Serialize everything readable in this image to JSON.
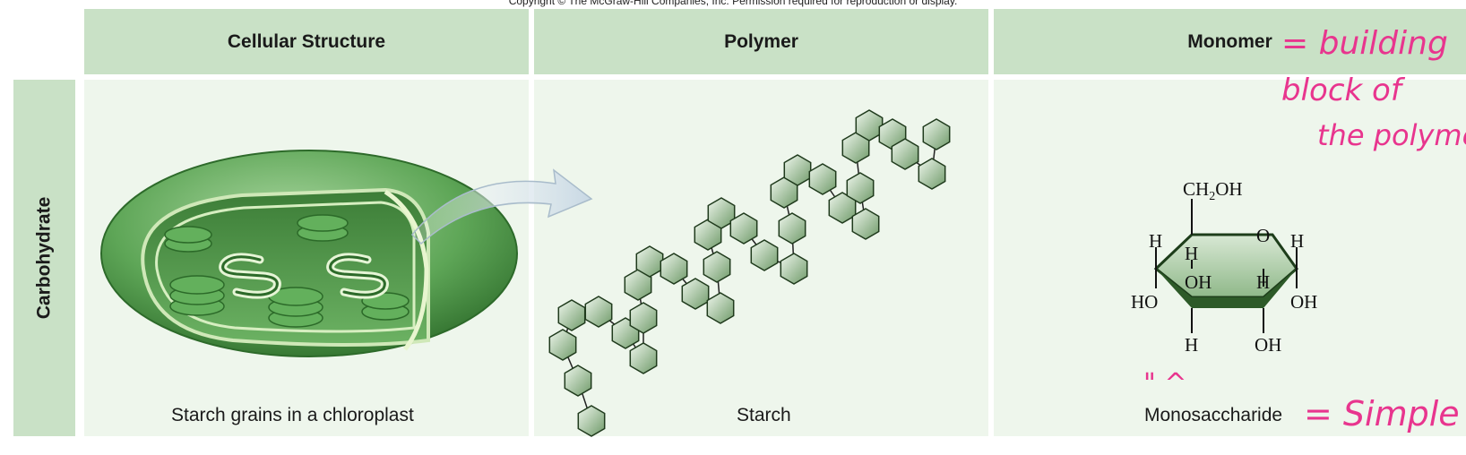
{
  "copyright": "Copyright © The McGraw-Hill Companies, Inc. Permission required for reproduction or display.",
  "columns": {
    "cellular": "Cellular Structure",
    "polymer": "Polymer",
    "monomer": "Monomer"
  },
  "row": {
    "label": "Carbohydrate"
  },
  "captions": {
    "cellular": "Starch grains in a chloroplast",
    "polymer": "Starch",
    "monomer": "Monosaccharide"
  },
  "molecule": {
    "top": "CH",
    "sub": "2",
    "top_end": "OH",
    "ring_o": "O",
    "h_left": "H",
    "h_inner": "H",
    "h_right": "H",
    "ho_left": "HO",
    "oh_inner": "OH",
    "h_inner2": "H",
    "oh_right": "OH",
    "h_bottom": "H",
    "oh_bottom": "OH"
  },
  "annotations": {
    "line1": "= building",
    "line2": "block of",
    "line3": "the polymer",
    "simple": "= Simple",
    "marks": "\" ^"
  },
  "colors": {
    "header_bg": "#c9e1c6",
    "cell_bg": "#eef6ec",
    "ink": "#e8358e",
    "chloroplast": "#4f9a4b"
  }
}
